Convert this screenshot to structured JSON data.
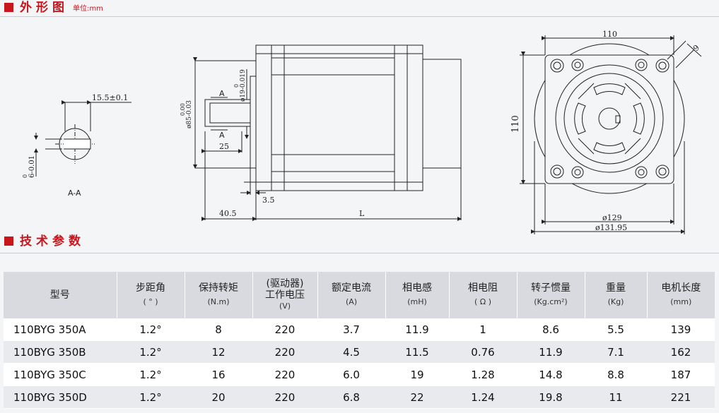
{
  "section_outline": {
    "title": "外形图",
    "unit": "单位:mm"
  },
  "section_specs": {
    "title": "技术参数"
  },
  "drawing": {
    "section_aa": {
      "dim_width": "15.5±0.1",
      "dim_key": "6-0.01",
      "dim_key_upper": "0",
      "label": "A-A"
    },
    "side_view": {
      "dim_shaft_dia": "ø19-0.019",
      "dim_shaft_dia_upper": "0",
      "dim_pilot_dia": "ø85-0.03",
      "dim_pilot_dia_upper": "0.00",
      "marker_a_top": "A",
      "marker_a_bottom": "A",
      "dim_key_len": "25",
      "dim_pilot_len": "3.5",
      "dim_shaft_len": "40.5",
      "dim_body_len": "L"
    },
    "front_view": {
      "dim_width": "110",
      "dim_height": "110",
      "dim_hole": "9",
      "dim_dia1": "ø129",
      "dim_dia2": "ø131.95"
    }
  },
  "specs_table": {
    "headers": [
      {
        "name": "型号",
        "unit": ""
      },
      {
        "name": "步距角",
        "unit": "( ° )"
      },
      {
        "name": "保持转矩",
        "unit": "(N.m)"
      },
      {
        "name": "(驱动器)",
        "name2": "工作电压",
        "unit": "(V)"
      },
      {
        "name": "额定电流",
        "unit": "(A)"
      },
      {
        "name": "相电感",
        "unit": "(mH)"
      },
      {
        "name": "相电阻",
        "unit": "( Ω )"
      },
      {
        "name": "转子惯量",
        "unit": "(Kg.cm²)"
      },
      {
        "name": "重量",
        "unit": "(Kg)"
      },
      {
        "name": "电机长度",
        "unit": "(mm)"
      }
    ],
    "rows": [
      [
        "110BYG 350A",
        "1.2°",
        "8",
        "220",
        "3.7",
        "11.9",
        "1",
        "8.6",
        "5.5",
        "139"
      ],
      [
        "110BYG 350B",
        "1.2°",
        "12",
        "220",
        "4.5",
        "11.5",
        "0.76",
        "11.9",
        "7.1",
        "162"
      ],
      [
        "110BYG 350C",
        "1.2°",
        "16",
        "220",
        "6.0",
        "19",
        "1.28",
        "14.8",
        "8.8",
        "187"
      ],
      [
        "110BYG 350D",
        "1.2°",
        "20",
        "220",
        "6.8",
        "22",
        "1.24",
        "19.8",
        "11",
        "221"
      ]
    ]
  }
}
